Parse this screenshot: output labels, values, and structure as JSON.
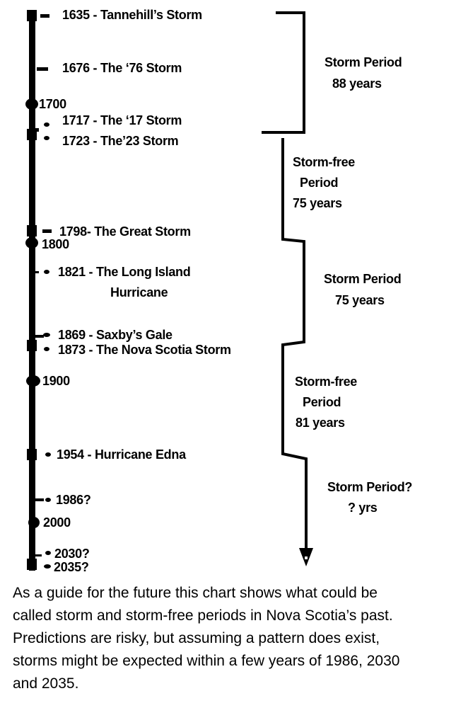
{
  "events": [
    {
      "label": "1635 - Tannehill’s Storm"
    },
    {
      "label": "1676 - The ‘76 Storm"
    },
    {
      "label": "1717 - The ‘17 Storm"
    },
    {
      "label": "1723 - The’23 Storm"
    },
    {
      "label": "1798- The Great Storm"
    },
    {
      "label": "1821 - The Long Island"
    },
    {
      "label": "Hurricane"
    },
    {
      "label": "1869 - Saxby’s Gale"
    },
    {
      "label": "1873 - The Nova Scotia Storm"
    },
    {
      "label": "1954 - Hurricane Edna"
    },
    {
      "label": "1986?"
    },
    {
      "label": "2030?"
    },
    {
      "label": "2035?"
    }
  ],
  "centuries": [
    "1700",
    "1800",
    "1900",
    "2000"
  ],
  "periods": [
    {
      "line1": "Storm Period",
      "line2": "88 years"
    },
    {
      "line1": "Storm-free",
      "line2": "Period",
      "line3": "75 years"
    },
    {
      "line1": "Storm Period",
      "line2": "75 years"
    },
    {
      "line1": "Storm-free",
      "line2": "Period",
      "line3": "81 years"
    },
    {
      "line1": "Storm Period?",
      "line2": "? yrs"
    }
  ],
  "caption": [
    "As a guide for the future this chart shows what could be",
    "called storm and storm-free periods in Nova Scotia’s past.",
    "Predictions are risky, but assuming a pattern does exist,",
    "storms might be expected within a few years of 1986, 2030",
    "and 2035."
  ]
}
